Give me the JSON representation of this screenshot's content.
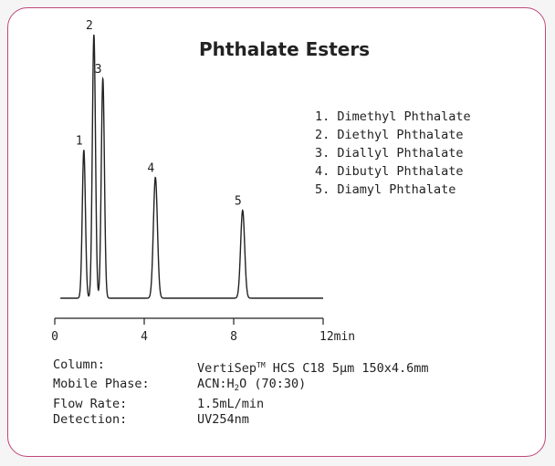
{
  "chart_data": {
    "type": "line",
    "title": "Phthalate Esters",
    "xlabel": "",
    "ylabel": "",
    "xlim": [
      0,
      12
    ],
    "x_ticks": [
      "0",
      "4",
      "8",
      "12min"
    ],
    "x_tick_values": [
      0,
      4,
      8,
      12
    ],
    "grid": false,
    "legend_position": "right",
    "baseline": 0.02,
    "peaks": [
      {
        "label": "1",
        "rt": 1.3,
        "height": 0.56,
        "width": 0.07
      },
      {
        "label": "2",
        "rt": 1.75,
        "height": 0.98,
        "width": 0.07
      },
      {
        "label": "3",
        "rt": 2.15,
        "height": 0.82,
        "width": 0.07
      },
      {
        "label": "4",
        "rt": 4.5,
        "height": 0.46,
        "width": 0.09
      },
      {
        "label": "5",
        "rt": 8.4,
        "height": 0.34,
        "width": 0.09
      }
    ],
    "legend": [
      "1. Dimethyl Phthalate",
      "2. Diethyl Phthalate",
      "3. Diallyl Phthalate",
      "4. Dibutyl Phthalate",
      "5. Diamyl Phthalate"
    ]
  },
  "conditions": {
    "column_label": "Column:",
    "column_value_pre": "VertiSep",
    "column_value_sup": "TM",
    "column_value_post": " HCS C18 5µm 150x4.6mm",
    "mobile_label": "Mobile Phase:",
    "mobile_value_pre": "ACN:H",
    "mobile_value_sub": "2",
    "mobile_value_post": "O (70:30)",
    "flow_label": "Flow Rate:",
    "flow_value": "1.5mL/min",
    "detection_label": "Detection:",
    "detection_value": "UV254nm"
  },
  "colors": {
    "border": "#c0457a",
    "line": "#222222"
  }
}
